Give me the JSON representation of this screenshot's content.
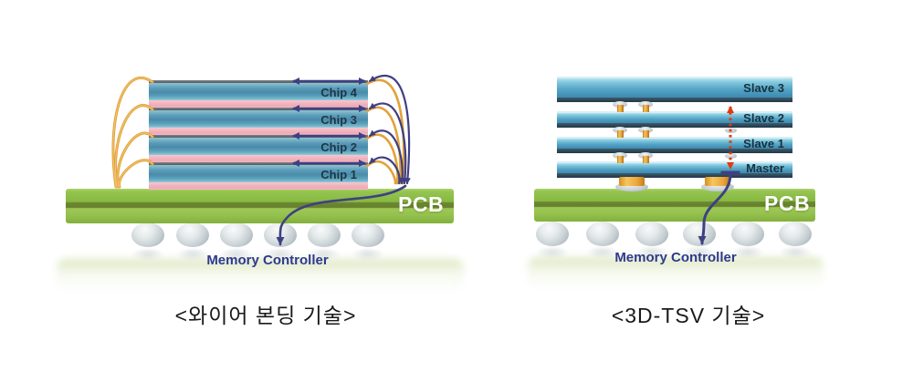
{
  "colors": {
    "pcb_green": "#8abc42",
    "pcb_stripe_olive": "#66802d",
    "chip_blue": "#4e96b6",
    "chip_dark_band": "#223845",
    "die_attach_pink": "#f2b4bf",
    "bond_wire_gold": "#e7a63b",
    "signal_wire_purple": "#3f4082",
    "tsv_data_path_red": "#e2380f",
    "solder_ball_gray": "#c2cbcf",
    "memory_controller_navy": "#2e3a8e",
    "chip_label_dark": "#1e3547",
    "pcb_label_white": "#ffffff",
    "caption_black": "#1a1a1a"
  },
  "left_panel": {
    "title": "wire bonding package diagram",
    "chips": [
      {
        "label": "Chip 4"
      },
      {
        "label": "Chip 3"
      },
      {
        "label": "Chip 2"
      },
      {
        "label": "Chip 1"
      }
    ],
    "pcb_label": "PCB",
    "memory_controller_label": "Memory Controller",
    "caption": "<와이어 본딩 기술>"
  },
  "right_panel": {
    "title": "3D-TSV package diagram",
    "chips": [
      {
        "label": "Slave 3"
      },
      {
        "label": "Slave 2"
      },
      {
        "label": "Slave 1"
      },
      {
        "label": "Master"
      }
    ],
    "pcb_label": "PCB",
    "memory_controller_label": "Memory Controller",
    "caption": "<3D-TSV 기술>"
  }
}
